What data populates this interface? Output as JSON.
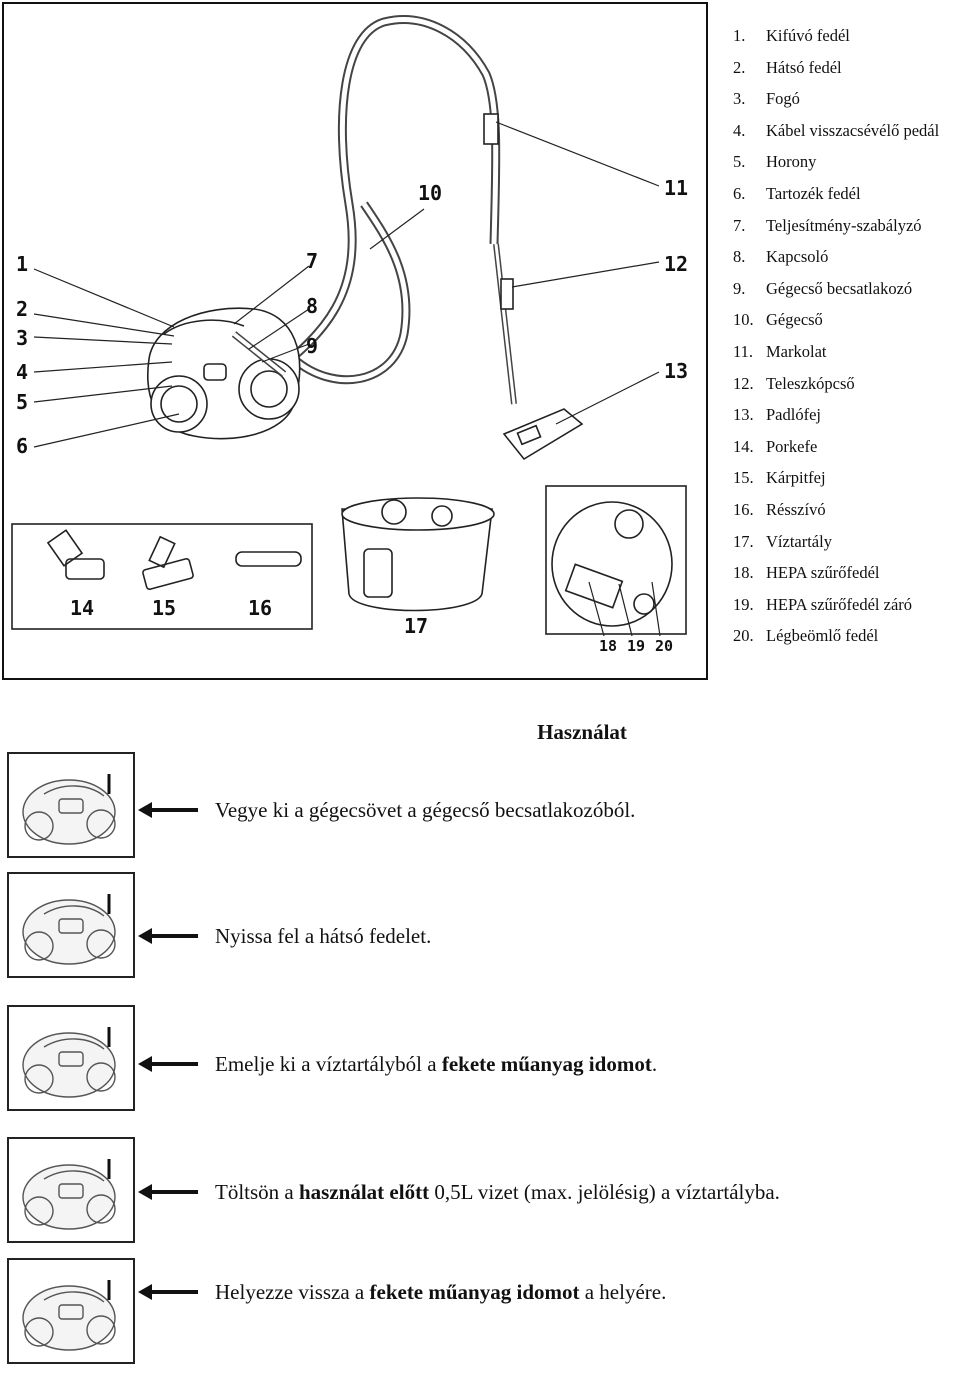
{
  "callouts": {
    "c1": "1",
    "c2": "2",
    "c3": "3",
    "c4": "4",
    "c5": "5",
    "c6": "6",
    "c7": "7",
    "c8": "8",
    "c9": "9",
    "c10": "10",
    "c11": "11",
    "c12": "12",
    "c13": "13",
    "c14": "14",
    "c15": "15",
    "c16": "16",
    "c17": "17",
    "c18": "18",
    "c19": "19",
    "c20": "20"
  },
  "parts": [
    {
      "num": "1.",
      "label": "Kifúvó fedél"
    },
    {
      "num": "2.",
      "label": "Hátsó fedél"
    },
    {
      "num": "3.",
      "label": "Fogó"
    },
    {
      "num": "4.",
      "label": "Kábel visszacsévélő pedál"
    },
    {
      "num": "5.",
      "label": "Horony"
    },
    {
      "num": "6.",
      "label": "Tartozék fedél"
    },
    {
      "num": "7.",
      "label": "Teljesítmény-szabályzó"
    },
    {
      "num": "8.",
      "label": "Kapcsoló"
    },
    {
      "num": "9.",
      "label": "Gégecső becsatlakozó"
    },
    {
      "num": "10.",
      "label": "Gégecső"
    },
    {
      "num": "11.",
      "label": "Markolat"
    },
    {
      "num": "12.",
      "label": "Teleszkópcső"
    },
    {
      "num": "13.",
      "label": "Padlófej"
    },
    {
      "num": "14.",
      "label": "Porkefe"
    },
    {
      "num": "15.",
      "label": "Kárpitfej"
    },
    {
      "num": "16.",
      "label": "Résszívó"
    },
    {
      "num": "17.",
      "label": "Víztartály"
    },
    {
      "num": "18.",
      "label": "HEPA szűrőfedél"
    },
    {
      "num": "19.",
      "label": "HEPA szűrőfedél záró"
    },
    {
      "num": "20.",
      "label": "Légbeömlő fedél"
    }
  ],
  "usage": {
    "heading": "Használat",
    "steps": [
      {
        "pre": "Vegye ki a gégecsövet a gégecső becsatlakozóból.",
        "bold": "",
        "post": ""
      },
      {
        "pre": "Nyissa fel a hátsó fedelet.",
        "bold": "",
        "post": ""
      },
      {
        "pre": "Emelje ki a víztartályból a ",
        "bold": "fekete műanyag idomot",
        "post": "."
      },
      {
        "pre": "Töltsön a ",
        "bold": "használat előtt",
        "post": " 0,5L vizet (max. jelölésig) a víztartályba."
      },
      {
        "pre": "Helyezze vissza a ",
        "bold": "fekete műanyag idomot",
        "post": " a helyére."
      }
    ]
  }
}
